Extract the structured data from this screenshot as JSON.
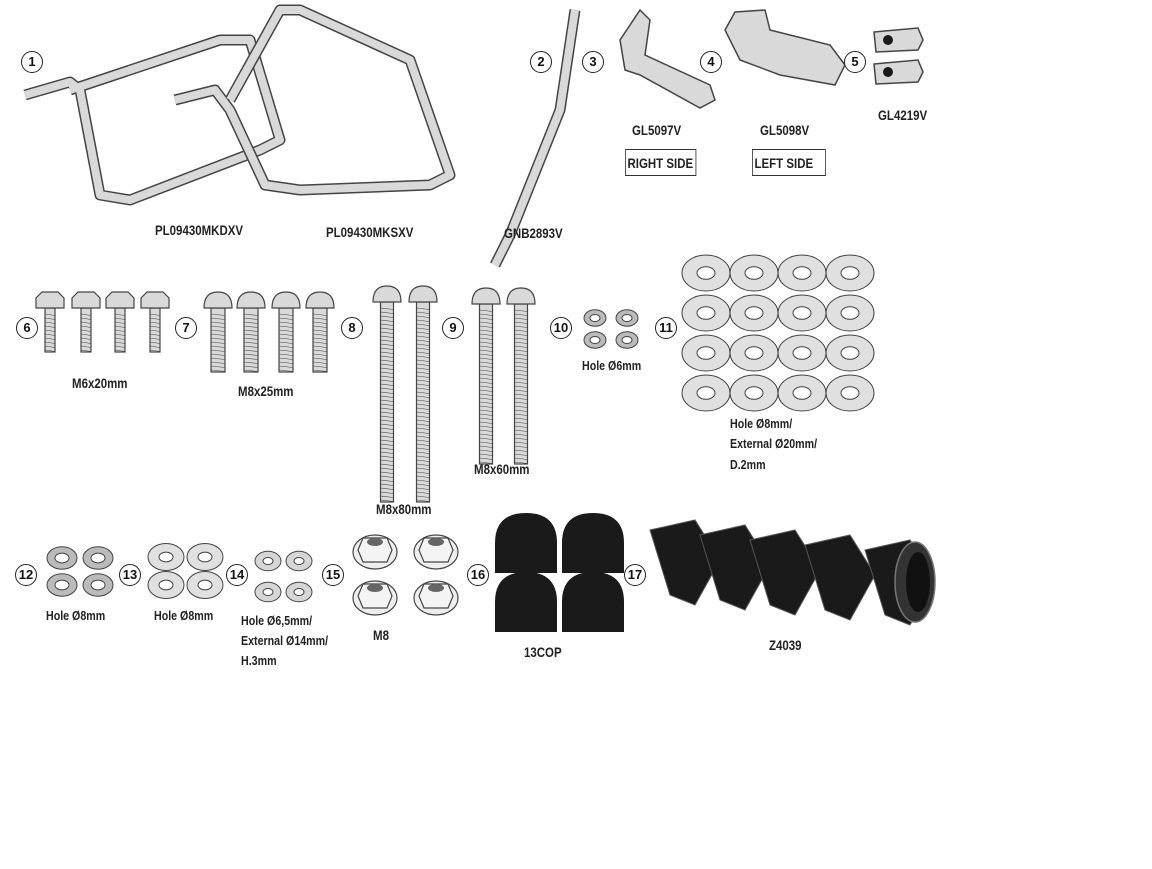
{
  "parts": [
    {
      "n": "1",
      "code": "PL09430MKDXV"
    },
    {
      "n": "2",
      "code": "GNB2893V"
    },
    {
      "n": "3",
      "code": "GL5097V",
      "side": "RIGHT SIDE"
    },
    {
      "n": "4",
      "code": "GL5098V",
      "side": "LEFT SIDE"
    },
    {
      "n": "5",
      "code": "GL4219V"
    },
    {
      "n": "6",
      "code": "M6x20mm"
    },
    {
      "n": "7",
      "code": "M8x25mm"
    },
    {
      "n": "8",
      "code": "M8x80mm"
    },
    {
      "n": "9",
      "code": "M8x60mm"
    },
    {
      "n": "10",
      "code": "Hole Ø6mm"
    },
    {
      "n": "11",
      "lines": [
        "Hole Ø8mm/",
        "External Ø20mm/",
        "D.2mm"
      ]
    },
    {
      "n": "12",
      "code": "Hole Ø8mm"
    },
    {
      "n": "13",
      "code": "Hole Ø8mm"
    },
    {
      "n": "14",
      "lines": [
        "Hole Ø6,5mm/",
        "External Ø14mm/",
        "H.3mm"
      ]
    },
    {
      "n": "15",
      "code": "M8"
    },
    {
      "n": "16",
      "code": "13COP"
    },
    {
      "n": "17",
      "code": "Z4039"
    }
  ],
  "extra": {
    "frame_left": "PL09430MKSXV"
  },
  "colors": {
    "metal": "#d9d9d9",
    "outline": "#444444",
    "black": "#1a1a1a"
  }
}
